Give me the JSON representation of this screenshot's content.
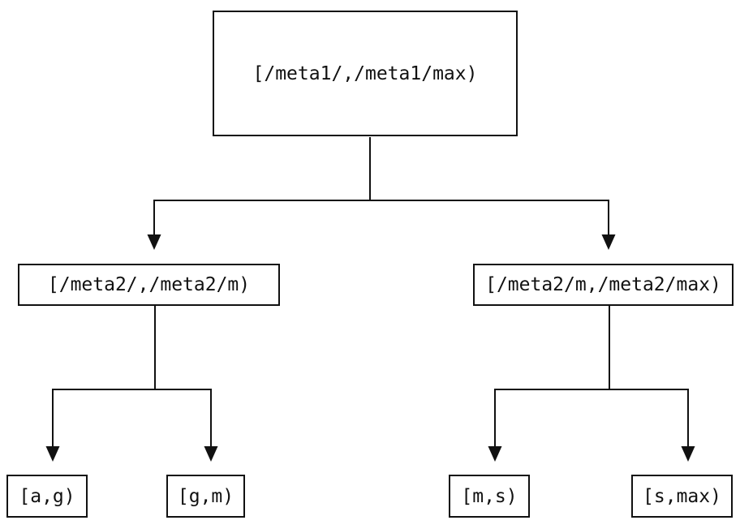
{
  "diagram": {
    "type": "binary-interval-tree",
    "background_color": "#ffffff",
    "line_color": "#111111",
    "box_border_color": "#111111",
    "text_color": "#111111",
    "nodes": {
      "root": {
        "label": "[/meta1/,/meta1/max)"
      },
      "left": {
        "label": "[/meta2/,/meta2/m)"
      },
      "right": {
        "label": "[/meta2/m,/meta2/max)"
      },
      "leaf_ag": {
        "label": "[a,g)"
      },
      "leaf_gm": {
        "label": "[g,m)"
      },
      "leaf_ms": {
        "label": "[m,s)"
      },
      "leaf_smax": {
        "label": "[s,max)"
      }
    },
    "edges": [
      {
        "from": "root",
        "to": "left"
      },
      {
        "from": "root",
        "to": "right"
      },
      {
        "from": "left",
        "to": "leaf_ag"
      },
      {
        "from": "left",
        "to": "leaf_gm"
      },
      {
        "from": "right",
        "to": "leaf_ms"
      },
      {
        "from": "right",
        "to": "leaf_smax"
      }
    ]
  }
}
